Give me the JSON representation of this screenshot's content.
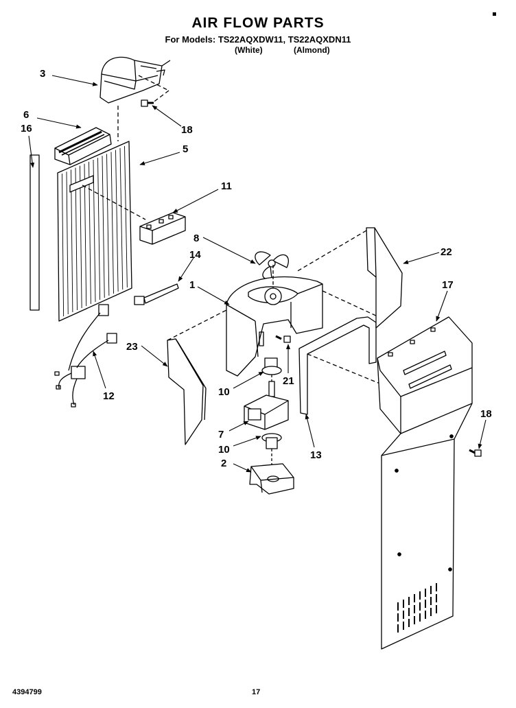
{
  "title": "AIR FLOW PARTS",
  "models_line": "For Models: TS22AQXDW11, TS22AQXDN11",
  "variant_white": "(White)",
  "variant_almond": "(Almond)",
  "footer_code": "4394799",
  "page_number": "17",
  "callouts": {
    "c3": "3",
    "c6": "6",
    "c16": "16",
    "c18a": "18",
    "c5": "5",
    "c11": "11",
    "c8": "8",
    "c14": "14",
    "c1": "1",
    "c22": "22",
    "c17": "17",
    "c23": "23",
    "c12": "12",
    "c10a": "10",
    "c21": "21",
    "c13": "13",
    "c7": "7",
    "c10b": "10",
    "c2": "2",
    "c18b": "18"
  }
}
